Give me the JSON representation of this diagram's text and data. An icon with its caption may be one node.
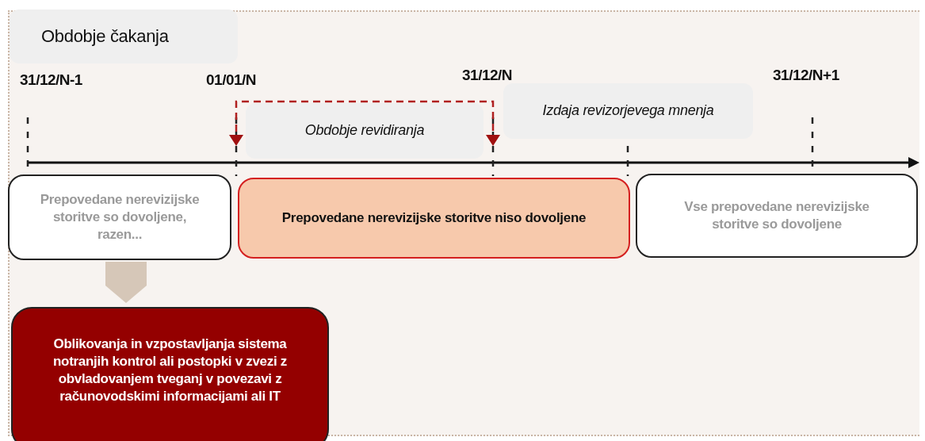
{
  "diagram": {
    "nodes": [
      {
        "text": [
          "Obdobje čakanja"
        ]
      },
      {
        "text": [
          "Obdobje revidiranja"
        ]
      },
      {
        "text": [
          "Izdaja revizorjevega mnenja"
        ]
      },
      {
        "text": [
          "Prepovedane nerevizijske storitve so dovoljene, razen..."
        ]
      },
      {
        "text": [
          "Prepovedane nerevizijske storitve niso dovoljene"
        ]
      },
      {
        "text": [
          "Vse prepovedane nerevizijske storitve so dovoljene"
        ]
      },
      {
        "text": [
          "Oblikovanja in vzpostavljanja sistema notranjih kontrol ali postopki v zvezi z obvladovanjem tveganj v povezavi z računovodskimi informacijami ali IT"
        ]
      }
    ],
    "edges": [
      {
        "from": 3,
        "to": 6,
        "arrow": "to"
      }
    ],
    "labels": [
      "31/12/N-1",
      "01/01/N",
      "31/12/N",
      "31/12/N+1"
    ]
  }
}
